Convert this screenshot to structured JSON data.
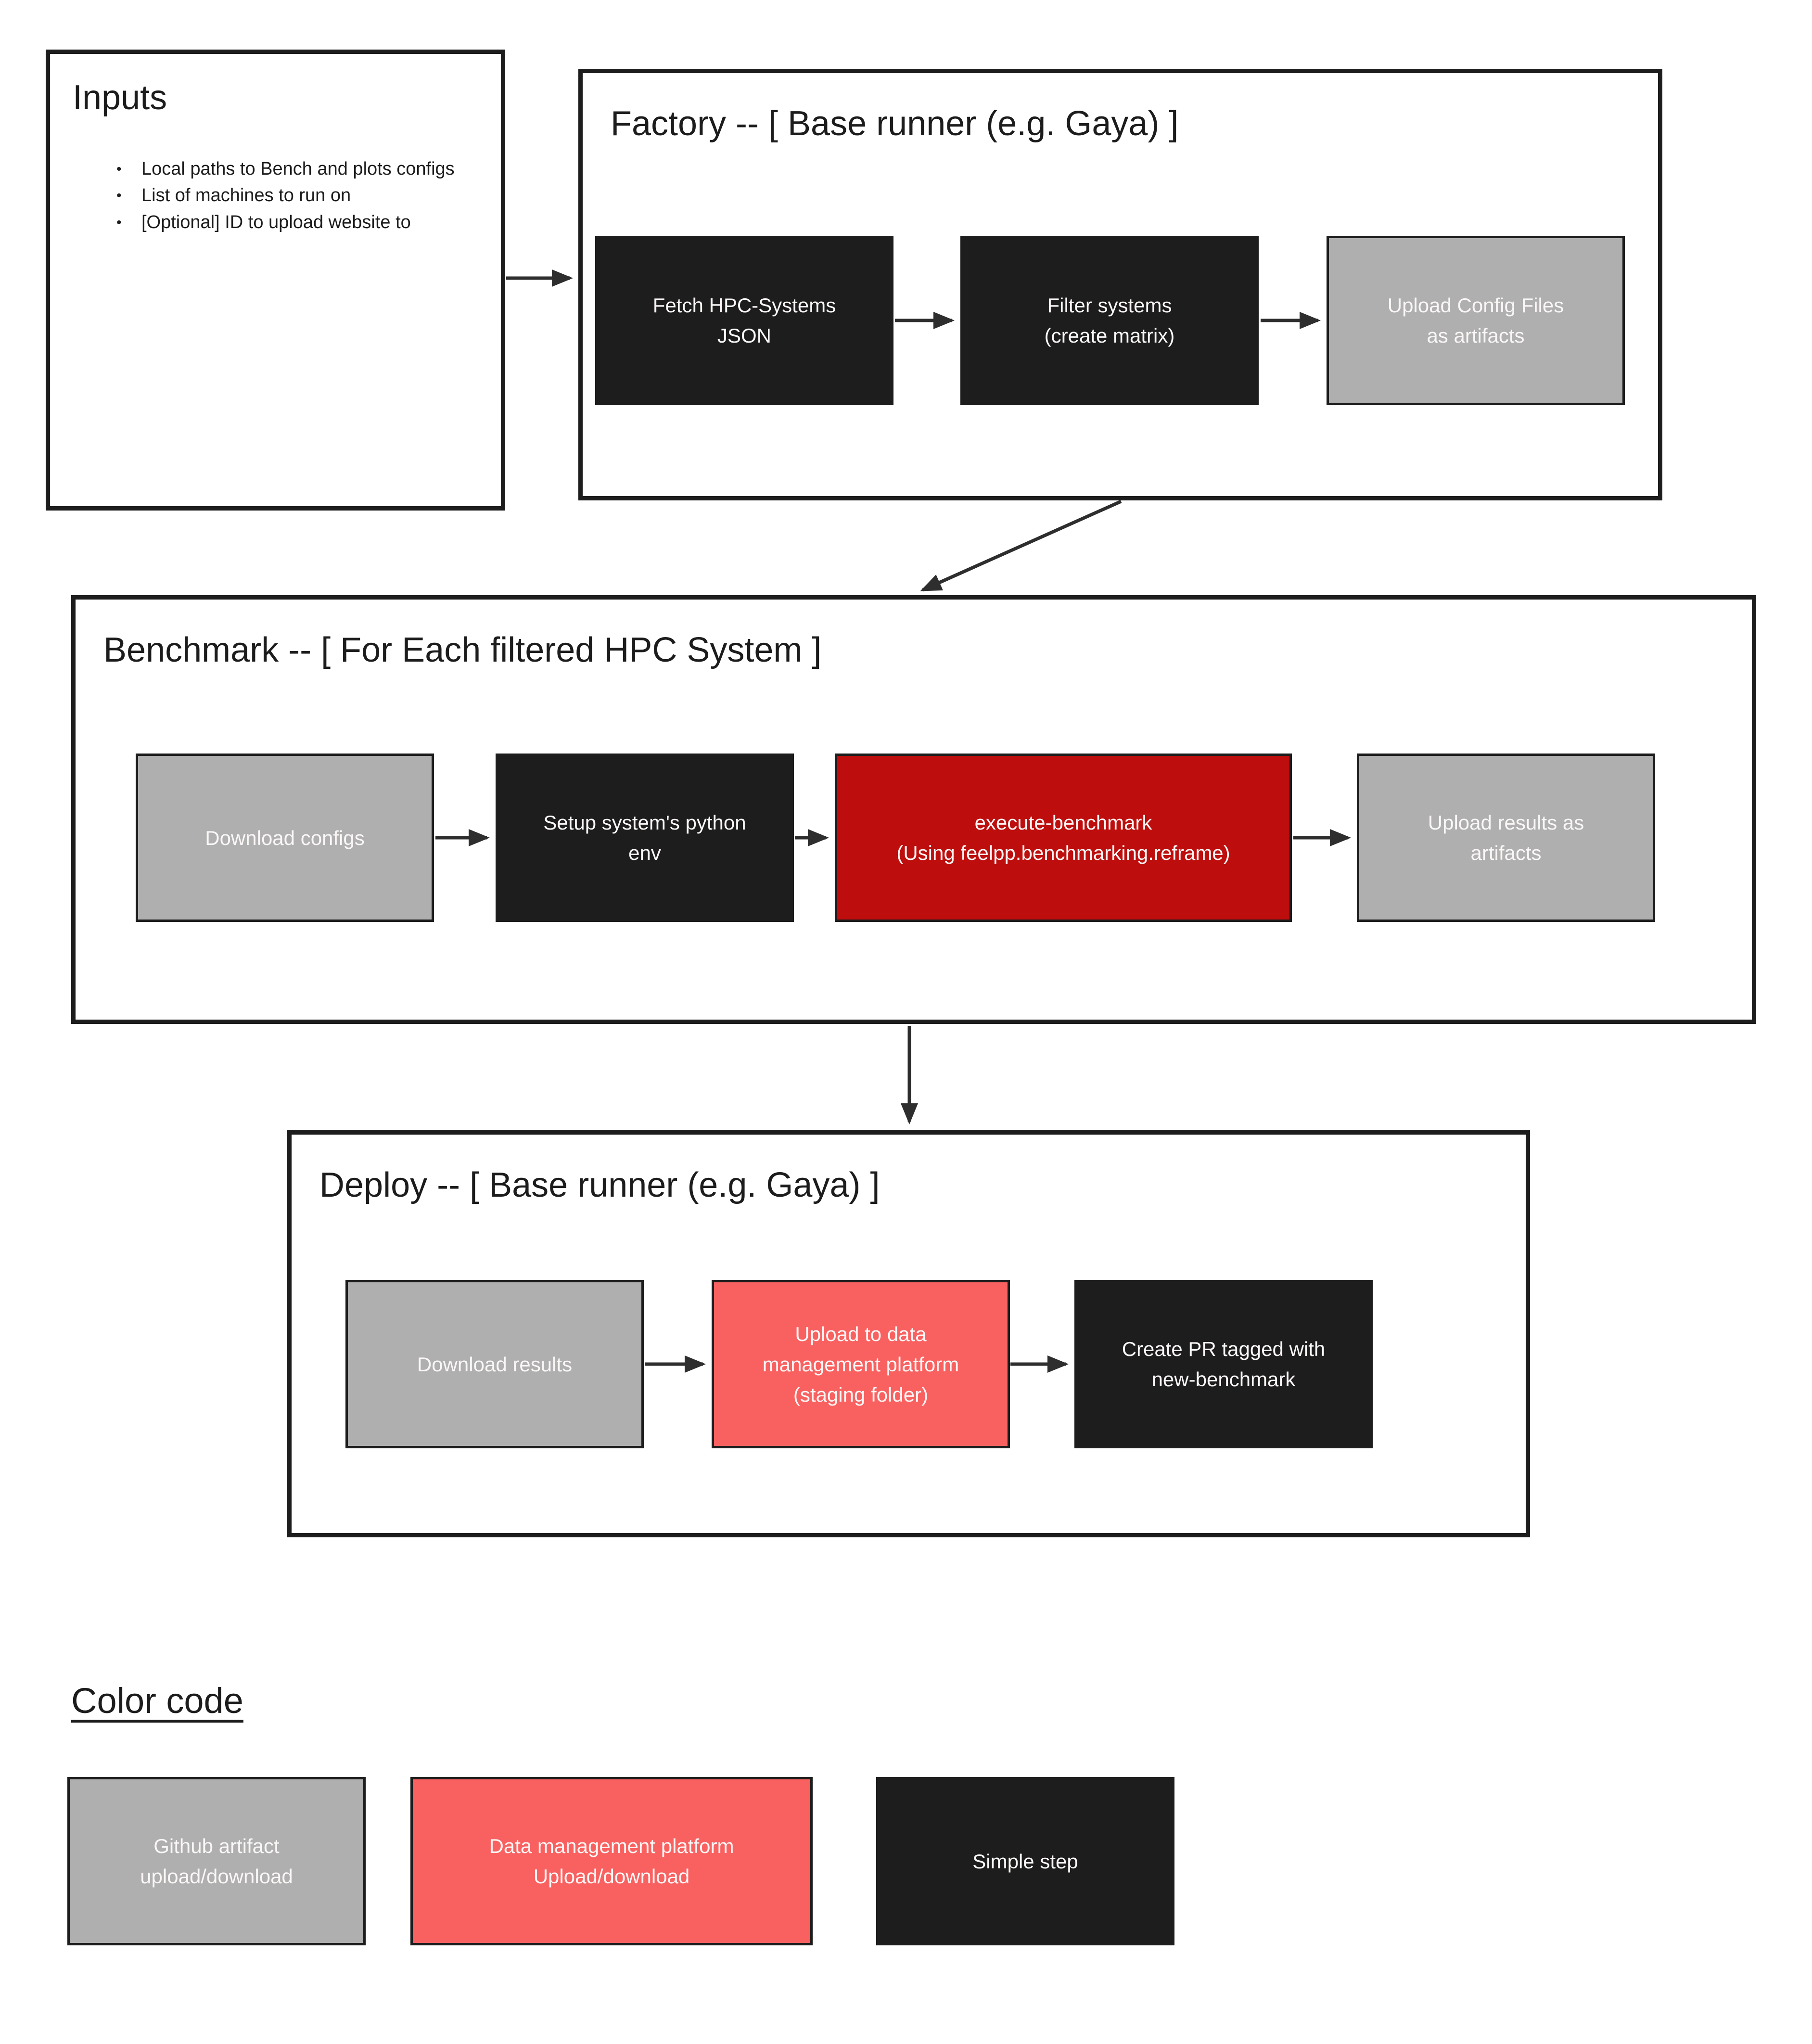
{
  "inputs": {
    "title": "Inputs",
    "bullets": [
      "Local paths to Bench and plots configs",
      "List of machines to run on",
      "[Optional] ID to upload website to"
    ]
  },
  "factory": {
    "title": "Factory -- [ Base runner (e.g. Gaya) ]",
    "steps": [
      {
        "label": "Fetch HPC-Systems\nJSON",
        "type": "simple"
      },
      {
        "label": "Filter systems\n(create matrix)",
        "type": "simple"
      },
      {
        "label": "Upload Config Files\nas artifacts",
        "type": "artifact"
      }
    ]
  },
  "benchmark": {
    "title": "Benchmark -- [ For Each filtered HPC System ]",
    "steps": [
      {
        "label": "Download configs",
        "type": "artifact"
      },
      {
        "label": "Setup system's python\nenv",
        "type": "simple"
      },
      {
        "label": "execute-benchmark\n(Using feelpp.benchmarking.reframe)",
        "type": "execute"
      },
      {
        "label": "Upload results as\nartifacts",
        "type": "artifact"
      }
    ]
  },
  "deploy": {
    "title": "Deploy -- [ Base runner (e.g. Gaya) ]",
    "steps": [
      {
        "label": "Download results",
        "type": "artifact"
      },
      {
        "label": "Upload to data\nmanagement platform\n(staging folder)",
        "type": "platform"
      },
      {
        "label": "Create PR tagged with\nnew-benchmark",
        "type": "simple"
      }
    ]
  },
  "legend": {
    "title": "Color code",
    "items": [
      {
        "label": "Github artifact\nupload/download",
        "type": "artifact"
      },
      {
        "label": "Data management platform\nUpload/download",
        "type": "platform"
      },
      {
        "label": "Simple step",
        "type": "simple"
      }
    ]
  },
  "colors": {
    "simple": "#1d1d1d",
    "artifact": "#afafaf",
    "platform": "#f96161",
    "execute": "#bd0d0d",
    "border": "#1d1d1d",
    "arrow": "#2e2e2e"
  }
}
